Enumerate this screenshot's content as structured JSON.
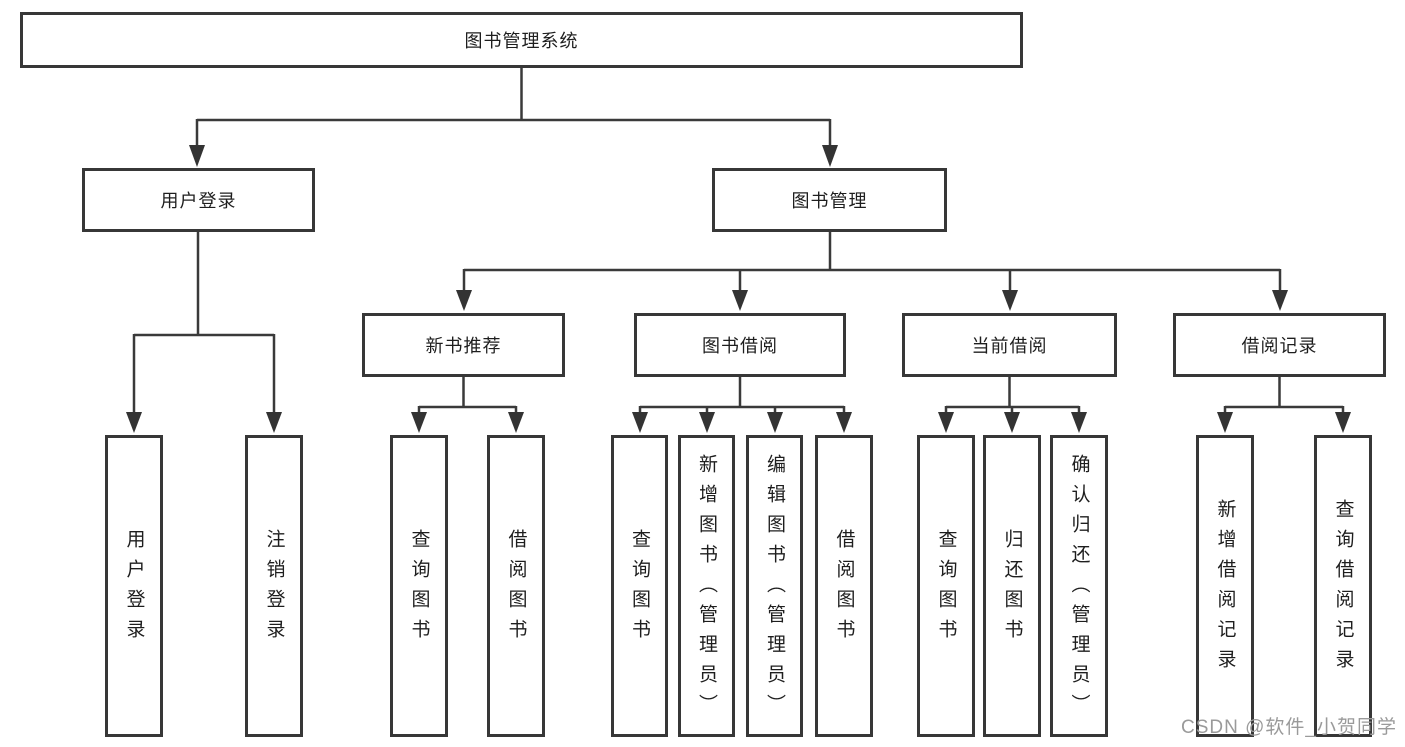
{
  "tree": {
    "label": "图书管理系统",
    "children": [
      {
        "label": "用户登录",
        "children": [
          {
            "label": "用户登录"
          },
          {
            "label": "注销登录"
          }
        ]
      },
      {
        "label": "图书管理",
        "children": [
          {
            "label": "新书推荐",
            "children": [
              {
                "label": "查询图书"
              },
              {
                "label": "借阅图书"
              }
            ]
          },
          {
            "label": "图书借阅",
            "children": [
              {
                "label": "查询图书"
              },
              {
                "label": "新增图书（管理员）"
              },
              {
                "label": "编辑图书（管理员）"
              },
              {
                "label": "借阅图书"
              }
            ]
          },
          {
            "label": "当前借阅",
            "children": [
              {
                "label": "查询图书"
              },
              {
                "label": "归还图书"
              },
              {
                "label": "确认归还（管理员）"
              }
            ]
          },
          {
            "label": "借阅记录",
            "children": [
              {
                "label": "新增借阅记录"
              },
              {
                "label": "查询借阅记录"
              }
            ]
          }
        ]
      }
    ]
  },
  "watermark": {
    "text": "CSDN @软件_小贺同学"
  },
  "colors": {
    "line": "#3a3a3a",
    "border": "#373737",
    "text": "#1e1e1e",
    "watermark_text": "#9a9a9a",
    "background": "#ffffff"
  }
}
